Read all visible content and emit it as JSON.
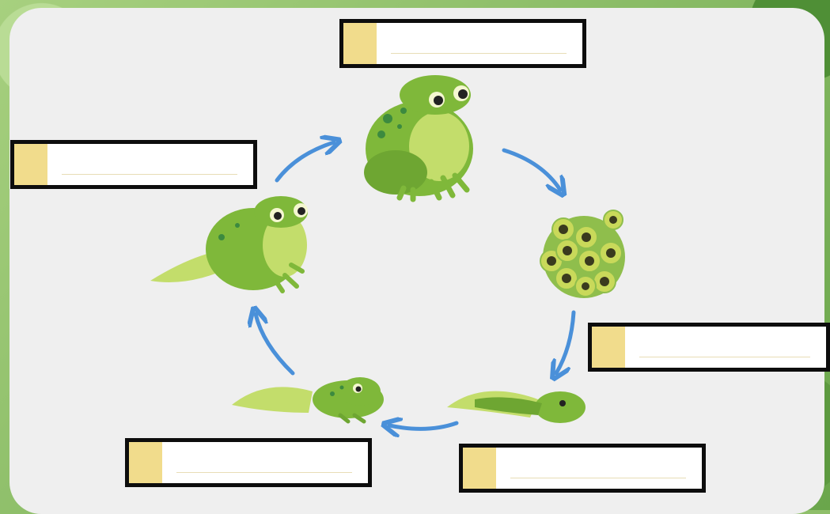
{
  "diagram": {
    "stages": [
      {
        "id": "adult-frog",
        "answer": ""
      },
      {
        "id": "frogspawn",
        "answer": ""
      },
      {
        "id": "tadpole",
        "answer": ""
      },
      {
        "id": "tadpole-with-legs",
        "answer": ""
      },
      {
        "id": "froglet",
        "answer": ""
      }
    ],
    "colors": {
      "arrow": "#4a90d9",
      "frog_body": "#7fb83a",
      "frog_belly": "#c3dd6b",
      "label_tab": "#f1dc8c",
      "border": "#0d0d0d"
    }
  }
}
